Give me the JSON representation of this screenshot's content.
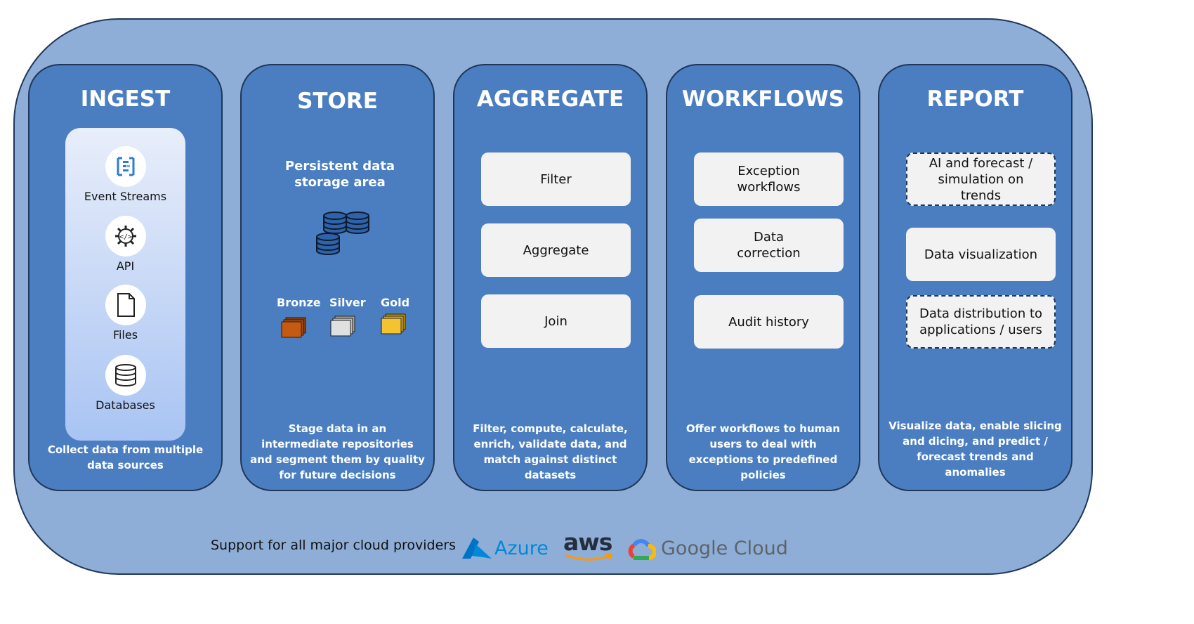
{
  "columns": {
    "ingest": {
      "title": "INGEST",
      "sources": [
        {
          "label": "Event Streams",
          "icon": "event-streams-icon"
        },
        {
          "label": "API",
          "icon": "api-gear-icon"
        },
        {
          "label": "Files",
          "icon": "file-icon"
        },
        {
          "label": "Databases",
          "icon": "database-icon"
        }
      ],
      "description": "Collect data from multiple data sources"
    },
    "store": {
      "title": "STORE",
      "subtitle": "Persistent data storage area",
      "tiers": [
        {
          "label": "Bronze",
          "color": "#c55a11"
        },
        {
          "label": "Silver",
          "color": "#d9d9d9"
        },
        {
          "label": "Gold",
          "color": "#f4c430"
        }
      ],
      "description": "Stage data in an intermediate repositories and segment them by quality for future decisions"
    },
    "aggregate": {
      "title": "AGGREGATE",
      "boxes": [
        "Filter",
        "Aggregate",
        "Join"
      ],
      "description": "Filter, compute, calculate, enrich, validate data, and match against distinct datasets"
    },
    "workflows": {
      "title": "WORKFLOWS",
      "boxes": [
        "Exception workflows",
        "Data correction",
        "Audit history"
      ],
      "description": "Offer workflows to human users to deal with exceptions to predefined policies"
    },
    "report": {
      "title": "REPORT",
      "boxes": [
        "AI and forecast / simulation on trends",
        "Data visualization",
        "Data distribution to applications / users"
      ],
      "description": "Visualize data, enable slicing and dicing, and predict / forecast trends and anomalies"
    }
  },
  "footer": {
    "text": "Support for all major cloud providers",
    "providers": [
      "Azure",
      "aws",
      "Google Cloud"
    ]
  },
  "colors": {
    "outer": "#8eaed8",
    "column": "#4a7ec0",
    "border": "#1f3759",
    "azure": "#0089d6",
    "aws_orange": "#ff9900"
  }
}
